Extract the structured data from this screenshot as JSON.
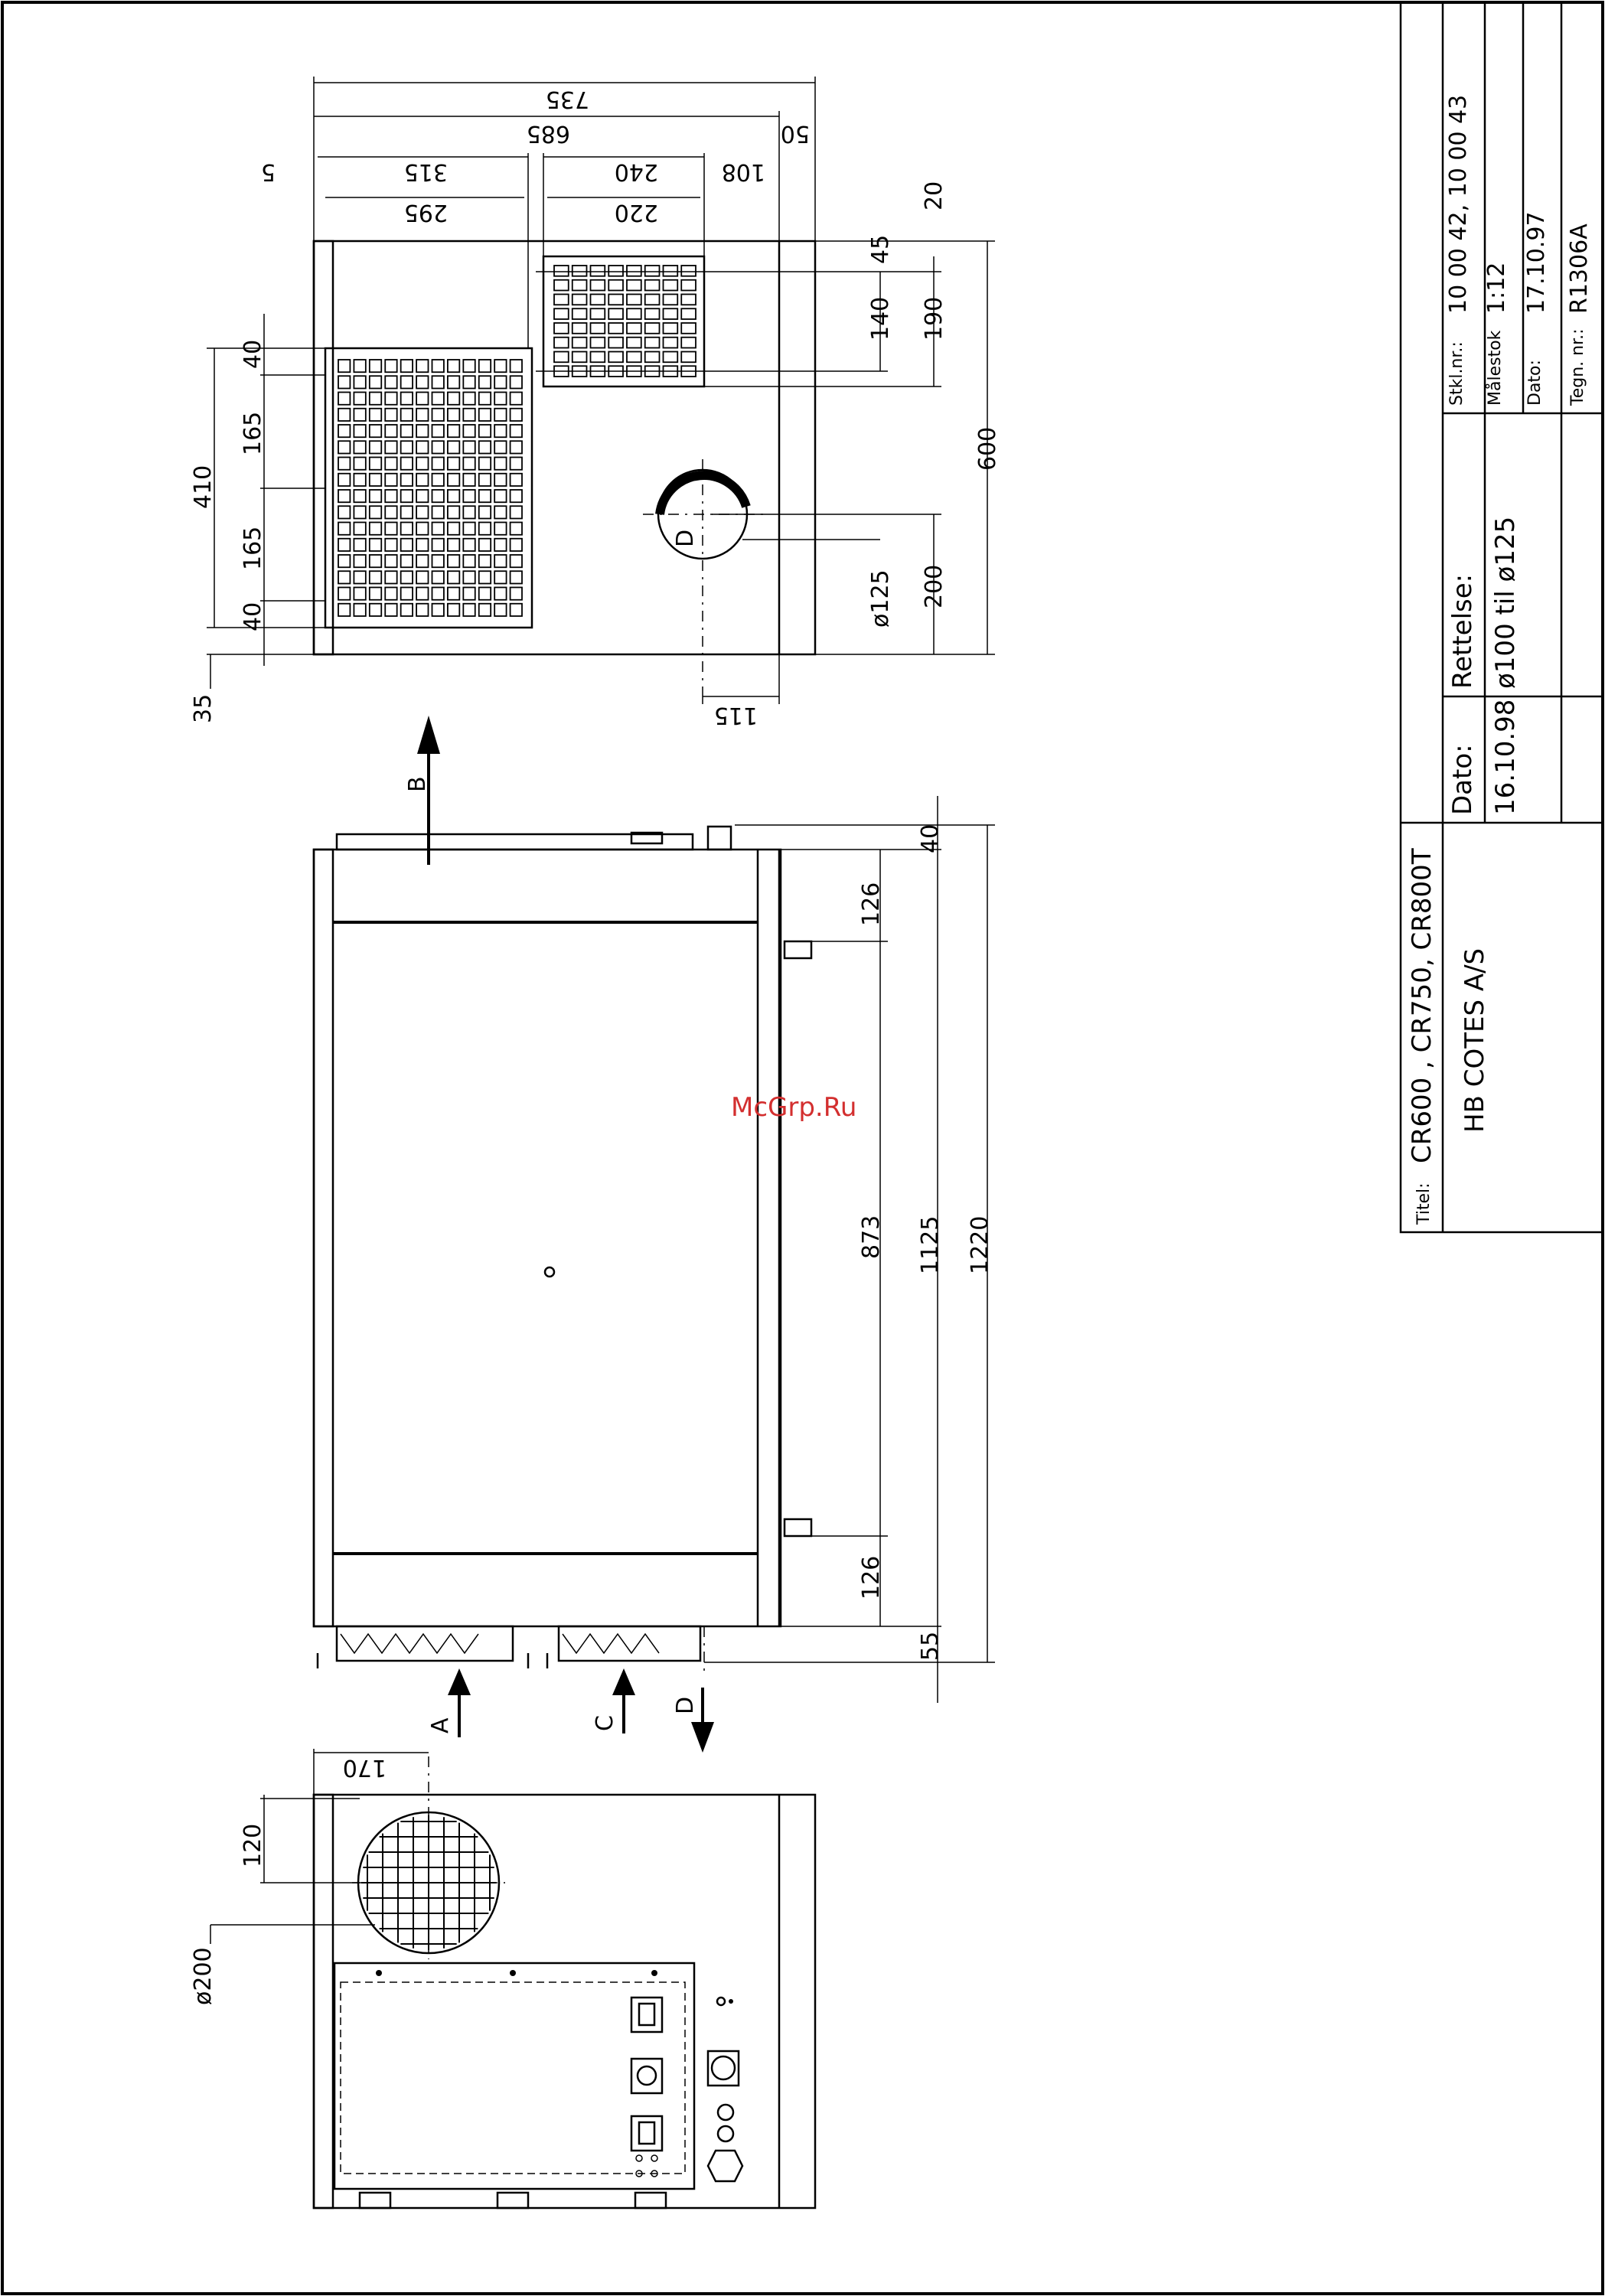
{
  "title_block": {
    "titel_label": "Titel:",
    "titel_value": "CR600 ,  CR750,  CR800T",
    "company": "HB COTES A/S",
    "dato_label": "Dato:",
    "dato_value": "16.10.98",
    "rettelse_label": "Rettelse:",
    "rettelse_value": "ø100 til ø125",
    "stklnr_label": "Stkl.nr.:",
    "stklnr_value": "10 00 42, 10 00 43",
    "malestok_label": "Målestok",
    "malestok_value": "1:12",
    "dato2_label": "Dato:",
    "dato2_value": "17.10.97",
    "tegnnr_label": "Tegn. nr.:",
    "tegnnr_value": "R1306A"
  },
  "watermark": "McGrp.Ru",
  "top_view": {
    "d735": "735",
    "d685": "685",
    "d50": "50",
    "d315": "315",
    "d5": "5",
    "d240": "240",
    "d108": "108",
    "d295": "295",
    "d220": "220",
    "d20": "20",
    "d45": "45",
    "d140": "140",
    "d190": "190",
    "d600": "600",
    "d200": "200",
    "d125": "ø125",
    "d115": "115",
    "d410": "410",
    "d40a": "40",
    "d165a": "165",
    "d165b": "165",
    "d40b": "40",
    "d35": "35",
    "port_d": "D"
  },
  "side_view": {
    "arrow_b": "B",
    "arrow_a": "A",
    "arrow_c": "C",
    "arrow_d": "D",
    "d40": "40",
    "d126a": "126",
    "d873": "873",
    "d126b": "126",
    "d1125": "1125",
    "d1220": "1220",
    "d55": "55"
  },
  "front_view": {
    "d170": "170",
    "d120": "120",
    "d200": "ø200"
  }
}
